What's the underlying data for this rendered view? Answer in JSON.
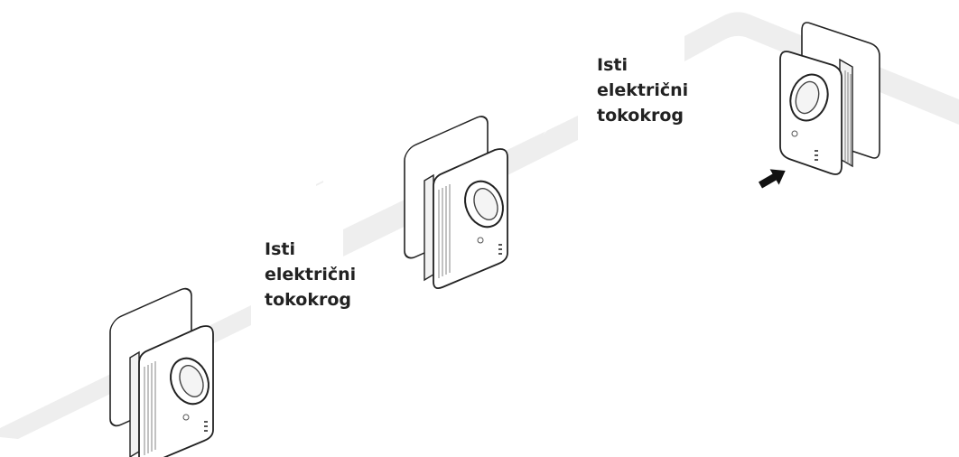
{
  "labels": [
    {
      "lines": [
        "Isti",
        "električni",
        "tokokrog"
      ]
    },
    {
      "lines": [
        "Isti",
        "električni",
        "tokokrog"
      ]
    }
  ],
  "colors": {
    "band": "#eeeeee",
    "outline": "#222222",
    "device": "#ffffff",
    "arrow": "#111111"
  },
  "icons": {
    "circuit_symbol": "lightning-icon",
    "insert_indicator": "arrow-icon",
    "brand_logo": "tp-link-logo-icon"
  }
}
